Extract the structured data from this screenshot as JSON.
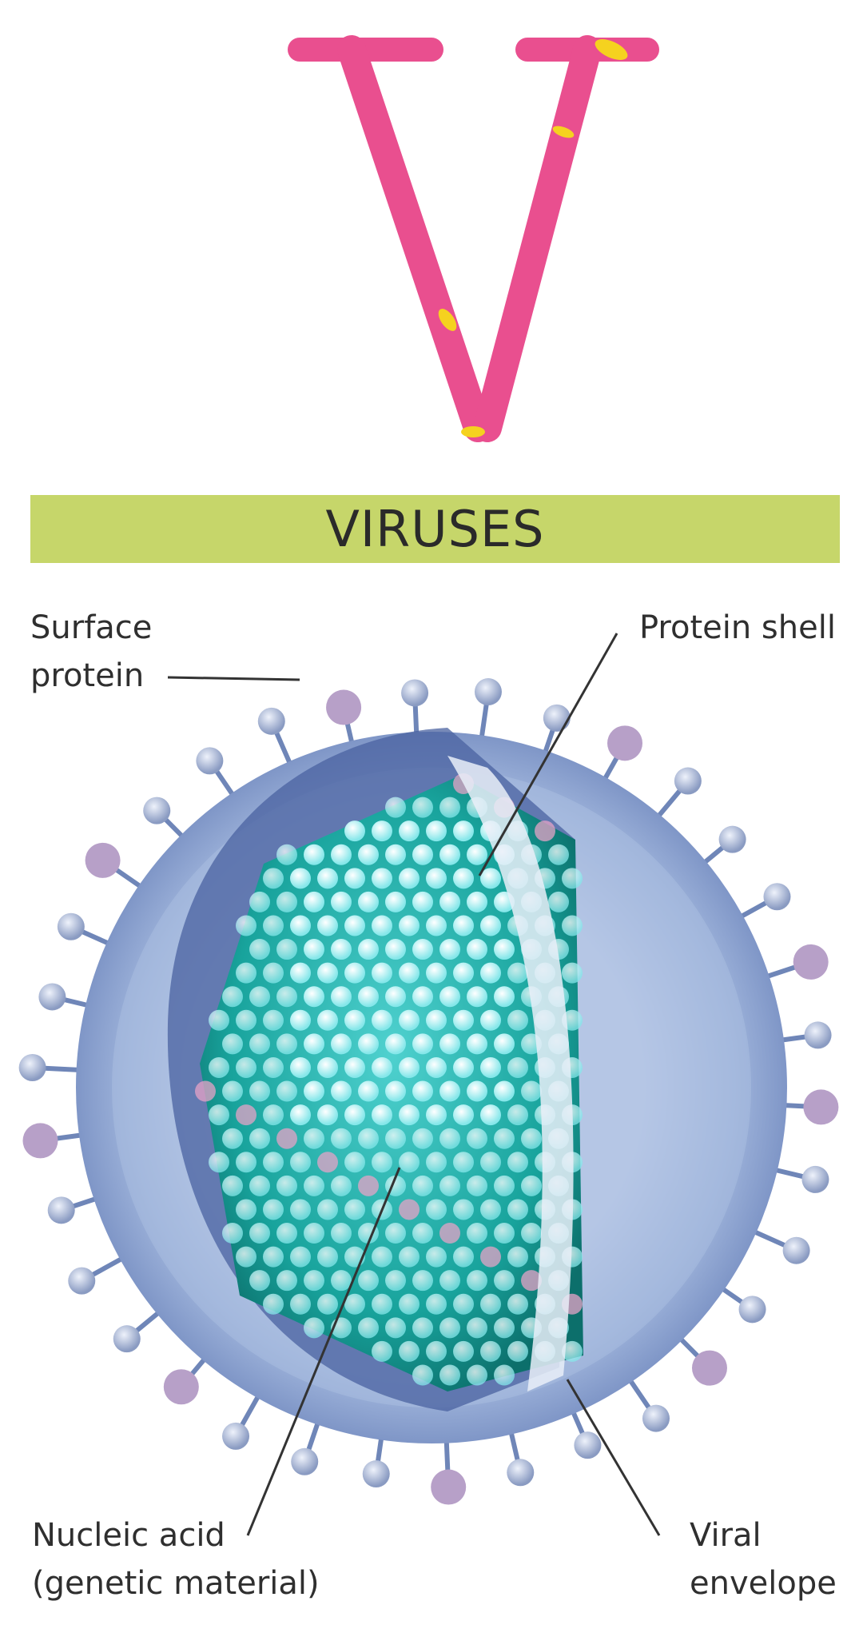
{
  "decorative_letter": {
    "char": "V",
    "color": "#e94f8f",
    "accent_color": "#f5d21f"
  },
  "title": {
    "text": "VIRUSES",
    "background_color": "#c6d66a"
  },
  "diagram": {
    "labels": {
      "surface_protein": "Surface\nprotein",
      "protein_shell": "Protein shell",
      "nucleic_acid": "Nucleic acid\n(genetic material)",
      "viral_envelope": "Viral\nenvelope"
    },
    "colors": {
      "envelope": "#9fb4db",
      "envelope_dark": "#6f86b8",
      "core": "#18a39c",
      "core_light": "#86e7ea",
      "spike": "#8a9bc2",
      "spike_accent": "#b7a0c8",
      "pointer_line": "#333333"
    }
  }
}
